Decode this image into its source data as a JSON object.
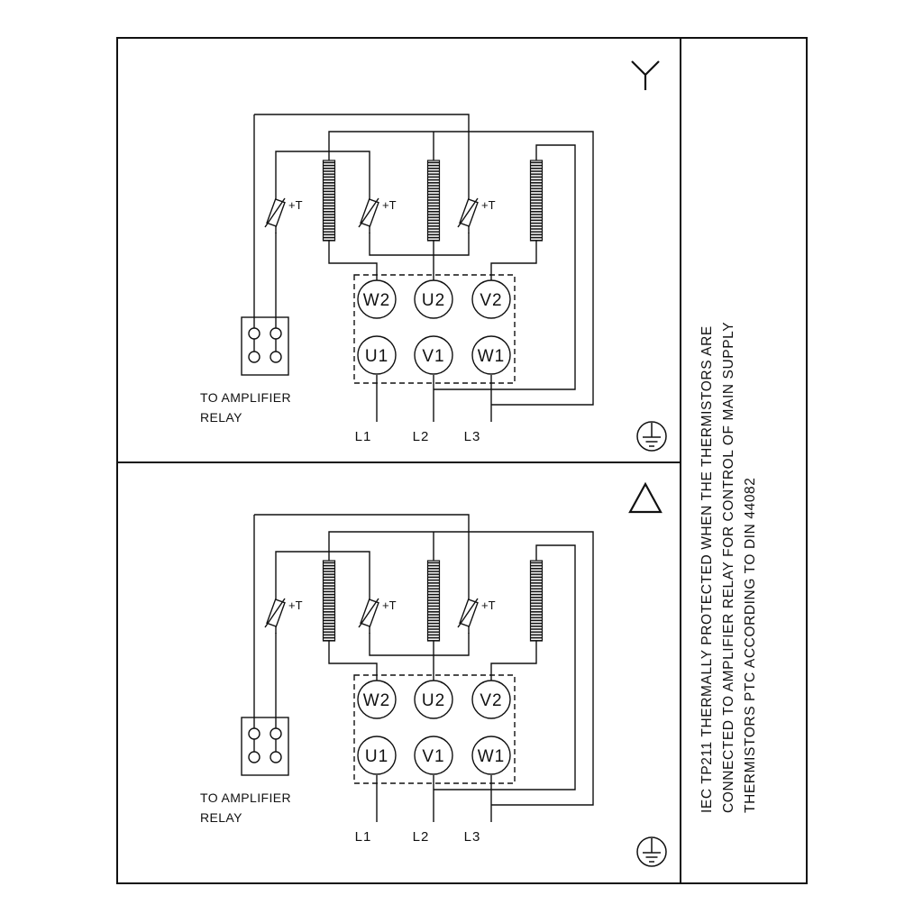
{
  "panels": [
    {
      "id": "star",
      "symbol_icon": "star-icon",
      "terminals_top": [
        "W2",
        "U2",
        "V2"
      ],
      "terminals_bottom": [
        "U1",
        "V1",
        "W1"
      ],
      "thermistor_label": "+T",
      "relay_note": [
        "TO AMPLIFIER",
        "RELAY"
      ],
      "supply": [
        "L1",
        "L2",
        "L3"
      ]
    },
    {
      "id": "delta",
      "symbol_icon": "delta-icon",
      "terminals_top": [
        "W2",
        "U2",
        "V2"
      ],
      "terminals_bottom": [
        "U1",
        "V1",
        "W1"
      ],
      "thermistor_label": "+T",
      "relay_note": [
        "TO AMPLIFIER",
        "RELAY"
      ],
      "supply": [
        "L1",
        "L2",
        "L3"
      ]
    }
  ],
  "sidebar": {
    "lines": [
      "IEC TP211 THERMALLY PROTECTED WHEN THE THERMISTORS ARE",
      "CONNECTED TO AMPLIFIER RELAY FOR CONTROL OF MAIN SUPPLY",
      "THERMISTORS PTC ACCORDING TO DIN 44082"
    ]
  },
  "colors": {
    "line": "#111111",
    "background": "#ffffff"
  }
}
